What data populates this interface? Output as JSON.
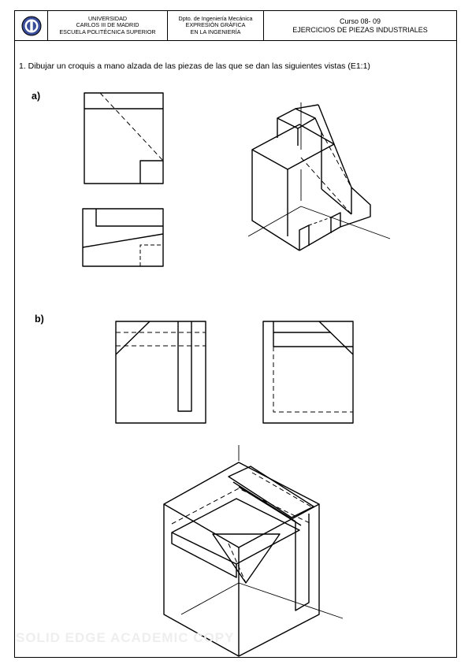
{
  "header": {
    "university_lines": [
      "UNIVERSIDAD",
      "CARLOS III DE MADRID",
      "ESCUELA POLITÉCNICA SUPERIOR"
    ],
    "department_lines": [
      "Dpto. de Ingeniería Mecánica",
      "EXPRESIÓN GRÁFICA",
      "EN LA INGENIERÍA"
    ],
    "course_lines": [
      "Curso 08- 09",
      "EJERCICIOS DE PIEZAS INDUSTRIALES"
    ]
  },
  "exercise": {
    "instruction": "1. Dibujar un croquis a mano alzada de las piezas  de las que se dan las siguientes vistas (E1:1)",
    "part_a_label": "a)",
    "part_b_label": "b)"
  },
  "watermark": "SOLID EDGE ACADEMIC COPY"
}
